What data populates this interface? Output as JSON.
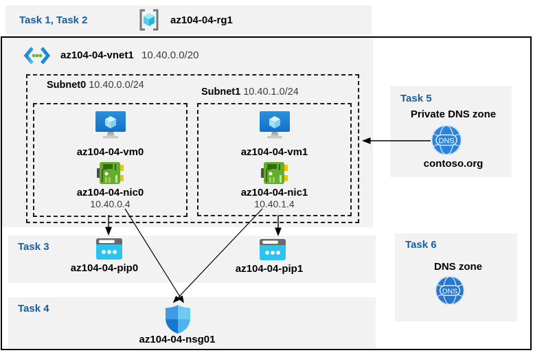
{
  "header": {
    "task_label": "Task 1, Task 2",
    "resource_group": "az104-04-rg1"
  },
  "vnet": {
    "name": "az104-04-vnet1",
    "cidr": "10.40.0.0/20"
  },
  "subnets": [
    {
      "name": "Subnet0",
      "cidr": "10.40.0.0/24",
      "vm": "az104-04-vm0",
      "nic": "az104-04-nic0",
      "ip": "10.40.0.4"
    },
    {
      "name": "Subnet1",
      "cidr": "10.40.1.0/24",
      "vm": "az104-04-vm1",
      "nic": "az104-04-nic1",
      "ip": "10.40.1.4"
    }
  ],
  "task3": {
    "label": "Task 3",
    "pip0": "az104-04-pip0",
    "pip1": "az104-04-pip1"
  },
  "task4": {
    "label": "Task 4",
    "nsg": "az104-04-nsg01"
  },
  "task5": {
    "label": "Task 5",
    "title": "Private DNS zone",
    "zone": "contoso.org",
    "dns_icon_text": "DNS"
  },
  "task6": {
    "label": "Task 6",
    "title": "DNS zone",
    "dns_icon_text": "DNS"
  },
  "colors": {
    "task_label_blue": "#155fa0",
    "panel_gray": "#f2f2f2",
    "vm_blue": "#1272c8",
    "nic_green": "#65ad2d",
    "pip_cyan": "#2cc3ef",
    "dns_blue": "#2b84d9"
  }
}
